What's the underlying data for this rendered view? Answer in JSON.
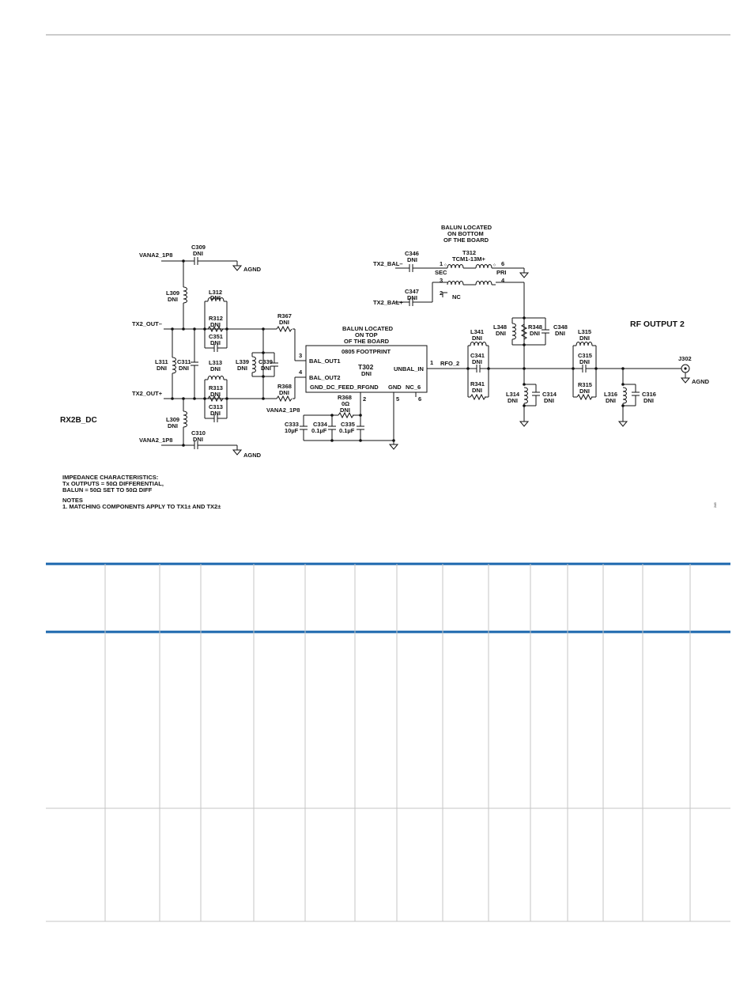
{
  "labels": {
    "vana2_top": "VANA2_1P8",
    "c309": "C309",
    "c309_dni": "DNI",
    "agnd_top": "AGND",
    "l309_top": "L309",
    "l309_top_dni": "DNI",
    "l312": "L312",
    "l312_dni": "DNI",
    "r312": "R312",
    "r312_dni": "DNI",
    "c351": "C351",
    "c351_dni": "DNI",
    "tx2_out_minus": "TX2_OUT–",
    "l311": "L311",
    "l311_dni": "DNI",
    "c311": "C311",
    "c311_dni": "DNI",
    "l313": "L313",
    "l313_dni": "DNI",
    "r313": "R313",
    "r313_dni": "DNI",
    "c313": "C313",
    "c313_dni": "DNI",
    "tx2_out_plus": "TX2_OUT+",
    "rx2b_dc": "RX2B_DC",
    "l309_bot": "L309",
    "l309_bot_dni": "DNI",
    "vana2_bot": "VANA2_1P8",
    "c310": "C310",
    "c310_dni": "DNI",
    "agnd_bot": "AGND",
    "l339": "L339",
    "l339_dni": "DNI",
    "c339": "C339",
    "c339_dni": "DNI",
    "r367": "R367",
    "r367_dni": "DNI",
    "r368": "R368",
    "r368_dni": "DNI",
    "balun_top_1": "BALUN LOCATED",
    "balun_top_2": "ON TOP",
    "balun_top_3": "OF THE BOARD",
    "footprint": "0805 FOOTPRINT",
    "bal_out1": "BAL_OUT1",
    "bal_out2": "BAL_OUT2",
    "t302": "T302",
    "t302_dni": "DNI",
    "unbal_in": "UNBAL_IN",
    "gnd_dc_feed": "GND_DC_FEED_RFGND",
    "gnd": "GND",
    "nc_6": "NC_6",
    "pin3": "3",
    "pin4": "4",
    "pin1": "1",
    "pin2": "2",
    "pin5": "5",
    "pin6": "6",
    "vana2_mid": "VANA2_1P8",
    "r368b": "R368",
    "r368b_val": "0Ω",
    "r368b_dni": "DNI",
    "c333": "C333",
    "c333_val": "10µF",
    "c334": "C334",
    "c334_val": "0.1µF",
    "c335": "C335",
    "c335_val": "0.1µF",
    "balun_bot_1": "BALUN LOCATED",
    "balun_bot_2": "ON BOTTOM",
    "balun_bot_3": "OF THE BOARD",
    "tx2_bal_minus": "TX2_BAL–",
    "c346": "C346",
    "c346_dni": "DNI",
    "t312": "T312",
    "t312_part": "TCM1-13M+",
    "sec": "SEC",
    "pri": "PRI",
    "t312_p1": "1",
    "t312_p6": "6",
    "t312_p3": "3",
    "t312_p4": "4",
    "t312_p2": "2",
    "nc": "NC",
    "tx2_bal_plus": "TX2_BAL+",
    "c347": "C347",
    "c347_dni": "DNI",
    "l341": "L341",
    "l341_dni": "DNI",
    "c341": "C341",
    "c341_dni": "DNI",
    "r341": "R341",
    "r341_dni": "DNI",
    "rfo_2": "RFO_2",
    "l348": "L348",
    "l348_dni": "DNI",
    "r348": "R348",
    "r348_dni": "DNI",
    "c348": "C348",
    "c348_dni": "DNI",
    "l314": "L314",
    "l314_dni": "DNI",
    "c314": "C314",
    "c314_dni": "DNI",
    "l315": "L315",
    "l315_dni": "DNI",
    "c315": "C315",
    "c315_dni": "DNI",
    "r315": "R315",
    "r315_dni": "DNI",
    "l316": "L316",
    "l316_dni": "DNI",
    "c316": "C316",
    "c316_dni": "DNI",
    "rf_output_2": "RF OUTPUT 2",
    "j302": "J302",
    "agnd_j302": "AGND",
    "imp_title": "IMPEDANCE CHARACTERISTICS:",
    "imp_line1": "Tx OUTPUTS = 50Ω DIFFERENTIAL,",
    "imp_line2": "BALUN = 50Ω SET TO 50Ω DIFF",
    "notes_title": "NOTES",
    "notes_line1": "1. MATCHING COMPONENTS APPLY TO TX1± AND TX2±",
    "fig_id": "245"
  }
}
